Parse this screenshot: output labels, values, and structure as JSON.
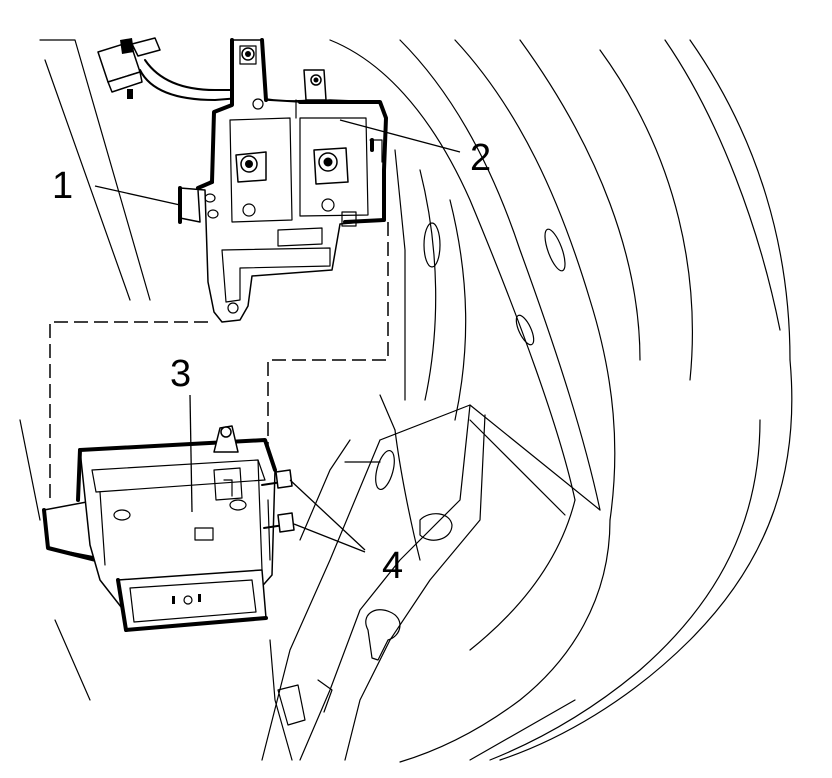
{
  "callouts": [
    {
      "label": "1"
    },
    {
      "label": "2"
    },
    {
      "label": "3"
    },
    {
      "label": "4"
    }
  ]
}
